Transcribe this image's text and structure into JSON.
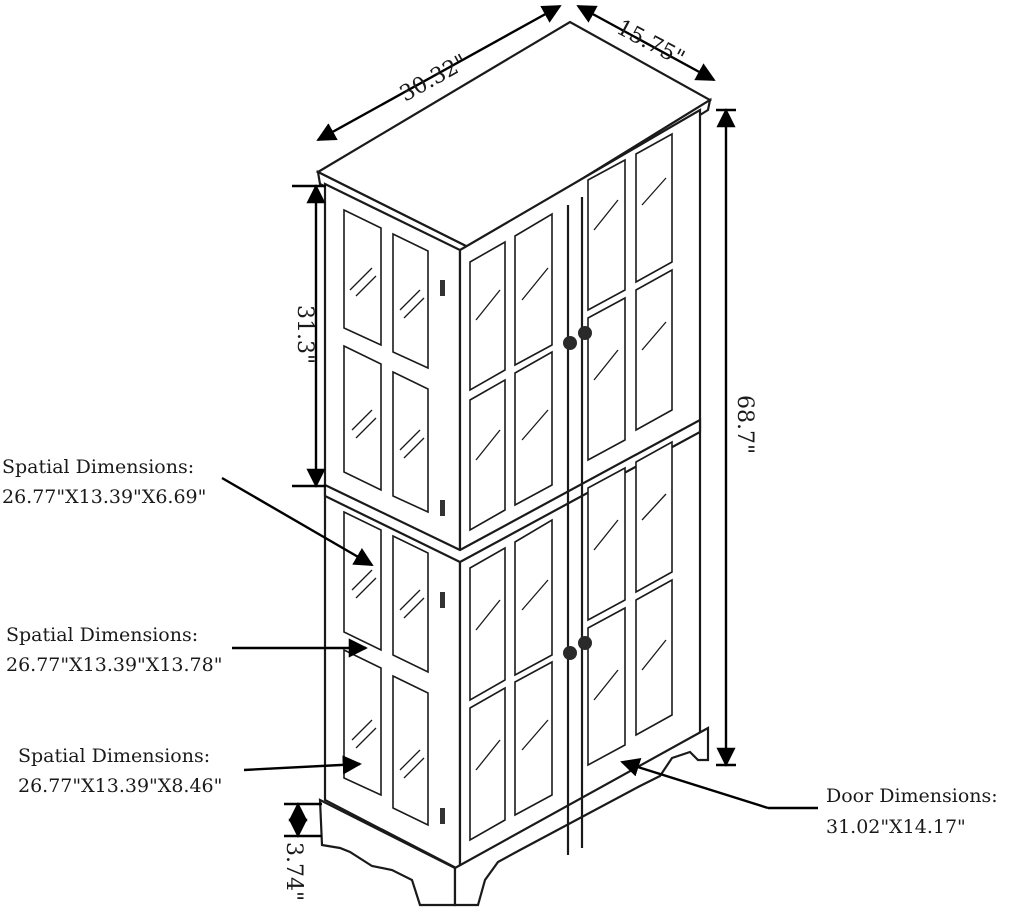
{
  "dimensions": {
    "width": "30.32\"",
    "depth": "15.75\"",
    "height": "68.7\"",
    "upper_height": "31.3\"",
    "base_height": "3.74\""
  },
  "callouts": [
    {
      "label": "Spatial Dimensions:",
      "value": "26.77\"X13.39\"X6.69\""
    },
    {
      "label": "Spatial Dimensions:",
      "value": "26.77\"X13.39\"X13.78\""
    },
    {
      "label": "Spatial Dimensions:",
      "value": "26.77\"X13.39\"X8.46\""
    },
    {
      "label": "Door Dimensions:",
      "value": "31.02\"X14.17\""
    }
  ]
}
